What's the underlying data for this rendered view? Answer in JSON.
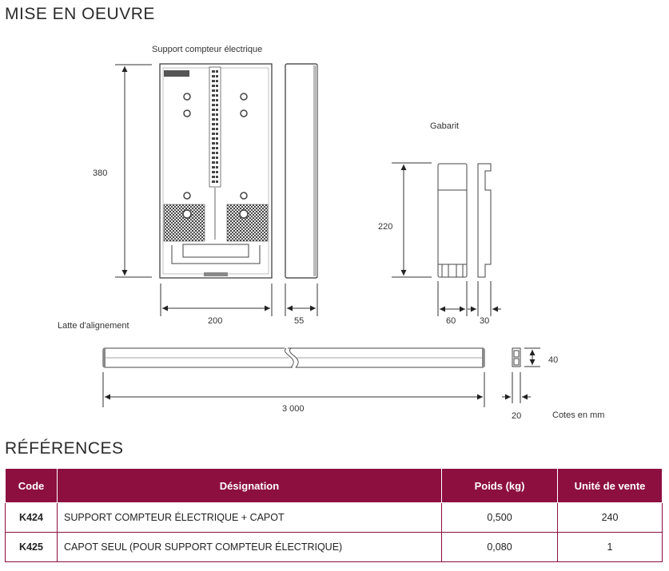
{
  "section_title": "MISE EN OEUVRE",
  "labels": {
    "support": "Support compteur électrique",
    "gabarit": "Gabarit",
    "latte": "Latte d'alignement",
    "unit_note": "Cotes en mm"
  },
  "dimensions": {
    "height_380": "380",
    "width_200": "200",
    "depth_55": "55",
    "height_220": "220",
    "width_60": "60",
    "width_30": "30",
    "length_3000": "3 000",
    "height_40": "40",
    "width_20": "20"
  },
  "references": {
    "title": "RÉFÉRENCES",
    "headers": {
      "code": "Code",
      "designation": "Désignation",
      "poids": "Poids (kg)",
      "unite": "Unité de vente"
    },
    "rows": [
      {
        "code": "K424",
        "designation": "SUPPORT COMPTEUR ÉLECTRIQUE + CAPOT",
        "poids": "0,500",
        "unite": "240"
      },
      {
        "code": "K425",
        "designation": "CAPOT SEUL (POUR SUPPORT COMPTEUR ÉLECTRIQUE)",
        "poids": "0,080",
        "unite": "1"
      }
    ]
  },
  "colors": {
    "accent": "#8c0f40",
    "line": "#333333"
  }
}
